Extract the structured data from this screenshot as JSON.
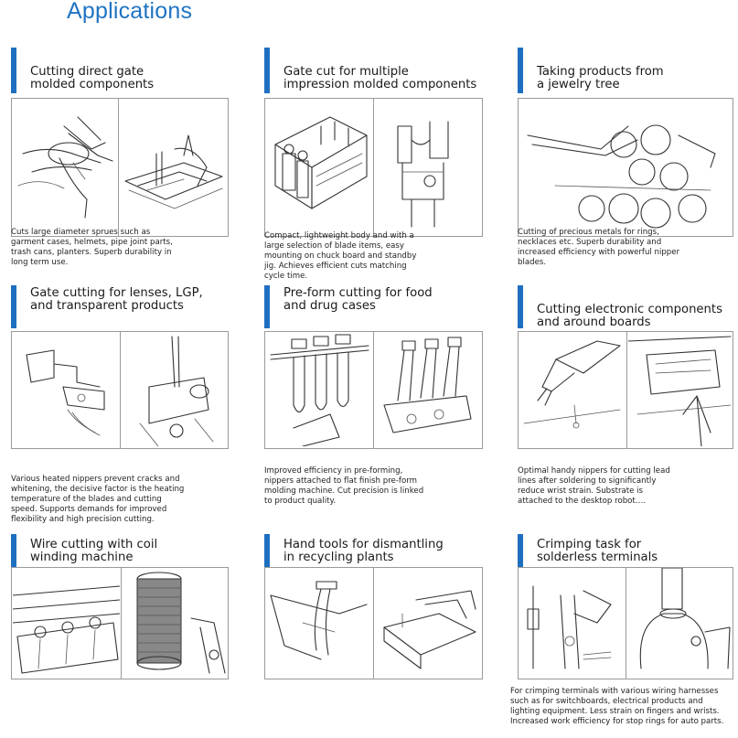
{
  "page": {
    "title": "Applications"
  },
  "cards": [
    {
      "title": [
        "Cutting direct gate",
        "molded components"
      ],
      "description": [
        "Cuts large diameter sprues such as",
        "garment cases, helmets, pipe joint parts,",
        "trash cans, planters. Superb durability in",
        "long term use."
      ],
      "illustration": "nipper-cutting-sprue-illustration"
    },
    {
      "title": [
        "Gate cut for multiple",
        "impression molded components"
      ],
      "description": [
        "Compact, lightweight body and with a",
        "large selection of blade items, easy",
        "mounting on chuck board and standby",
        "jig. Achieves efficient cuts matching",
        "cycle time."
      ],
      "illustration": "multi-cavity-mold-illustration"
    },
    {
      "title": [
        "Taking products from",
        "a jewelry tree"
      ],
      "description": [
        "Cutting of precious metals for rings,",
        "necklaces etc. Superb durability and",
        "increased efficiency with powerful nipper",
        "blades."
      ],
      "illustration": "jewelry-tree-rings-illustration"
    },
    {
      "title": [
        "Gate cutting for lenses, LGP,",
        "and transparent products"
      ],
      "description": [
        "Various heated nippers prevent cracks and",
        "whitening, the decisive factor is the heating",
        "temperature of the blades and cutting",
        "speed. Supports demands for improved",
        "flexibility and high precision cutting."
      ],
      "illustration": "lens-gate-cut-illustration"
    },
    {
      "title": [
        "Pre-form cutting for food",
        "and drug cases"
      ],
      "description": [
        "Improved efficiency in pre-forming,",
        "nippers attached to flat finish pre-form",
        "molding machine. Cut precision is linked",
        "to product quality."
      ],
      "illustration": "preform-cutting-illustration"
    },
    {
      "title": [
        "Cutting electronic components",
        "and around boards"
      ],
      "description": [
        "Optimal handy nippers for cutting lead",
        "lines after soldering to significantly",
        "reduce wrist strain. Substrate is",
        "attached to the desktop robot…."
      ],
      "illustration": "circuit-board-cutting-illustration"
    },
    {
      "title": [
        "Wire cutting with coil",
        "winding machine"
      ],
      "description": [],
      "illustration": "coil-winding-illustration"
    },
    {
      "title": [
        "Hand tools for dismantling",
        "in recycling plants"
      ],
      "description": [],
      "illustration": "recycling-dismantling-illustration"
    },
    {
      "title": [
        "Crimping task for",
        "solderless terminals"
      ],
      "description": [
        "For crimping terminals with various wiring harnesses",
        "such as for switchboards, electrical products and",
        "lighting equipment. Less strain on fingers and wrists.",
        "Increased work efficiency for stop rings for auto parts."
      ],
      "illustration": "crimping-terminal-illustration"
    }
  ]
}
